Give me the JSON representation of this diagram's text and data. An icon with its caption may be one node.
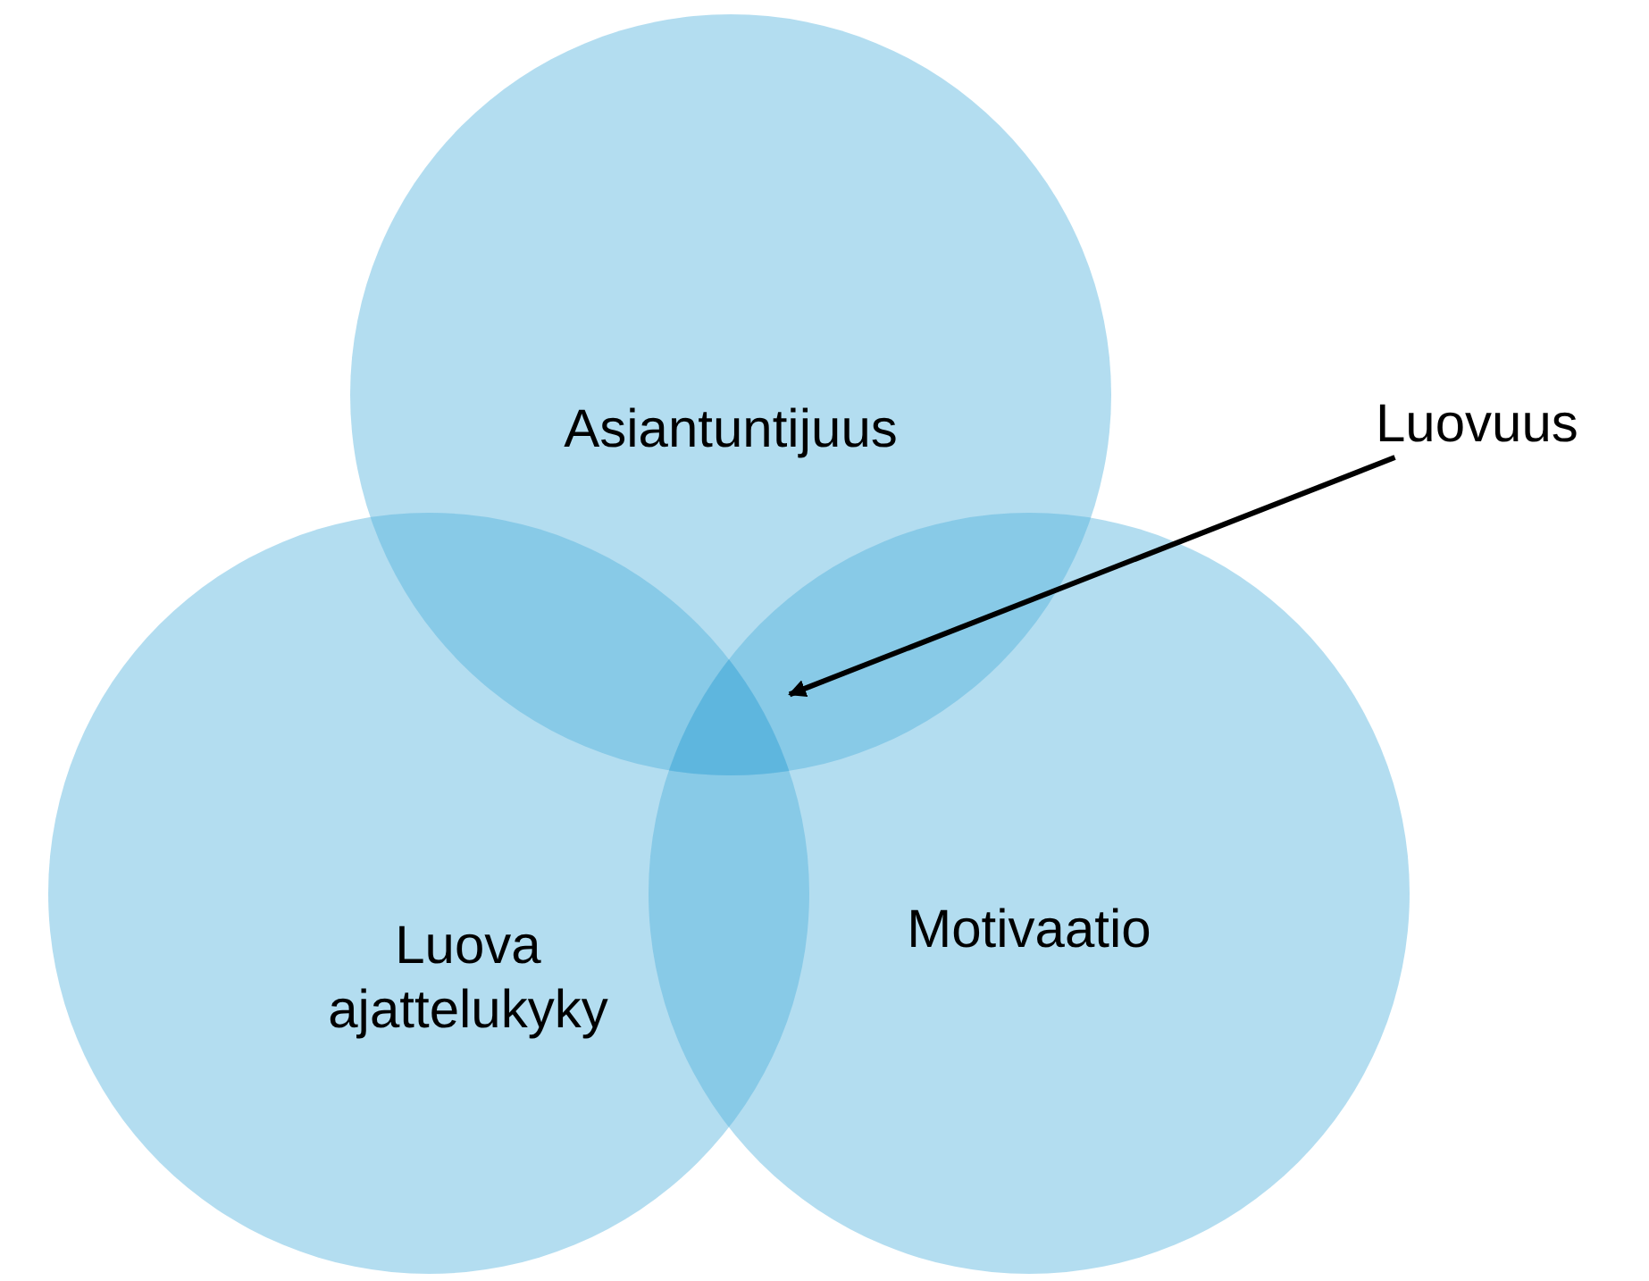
{
  "diagram": {
    "nodes": [
      {
        "text": [
          "Asiantuntijuus"
        ]
      },
      {
        "text": [
          "Luova ajattelukyky"
        ]
      },
      {
        "text": [
          "Motivaatio"
        ]
      },
      {
        "text": [
          "Luovuus"
        ]
      },
      {
        "text": [],
        "shape": "region"
      }
    ],
    "edges": [
      {
        "from": 3,
        "to": 4,
        "arrow": "to"
      }
    ]
  }
}
